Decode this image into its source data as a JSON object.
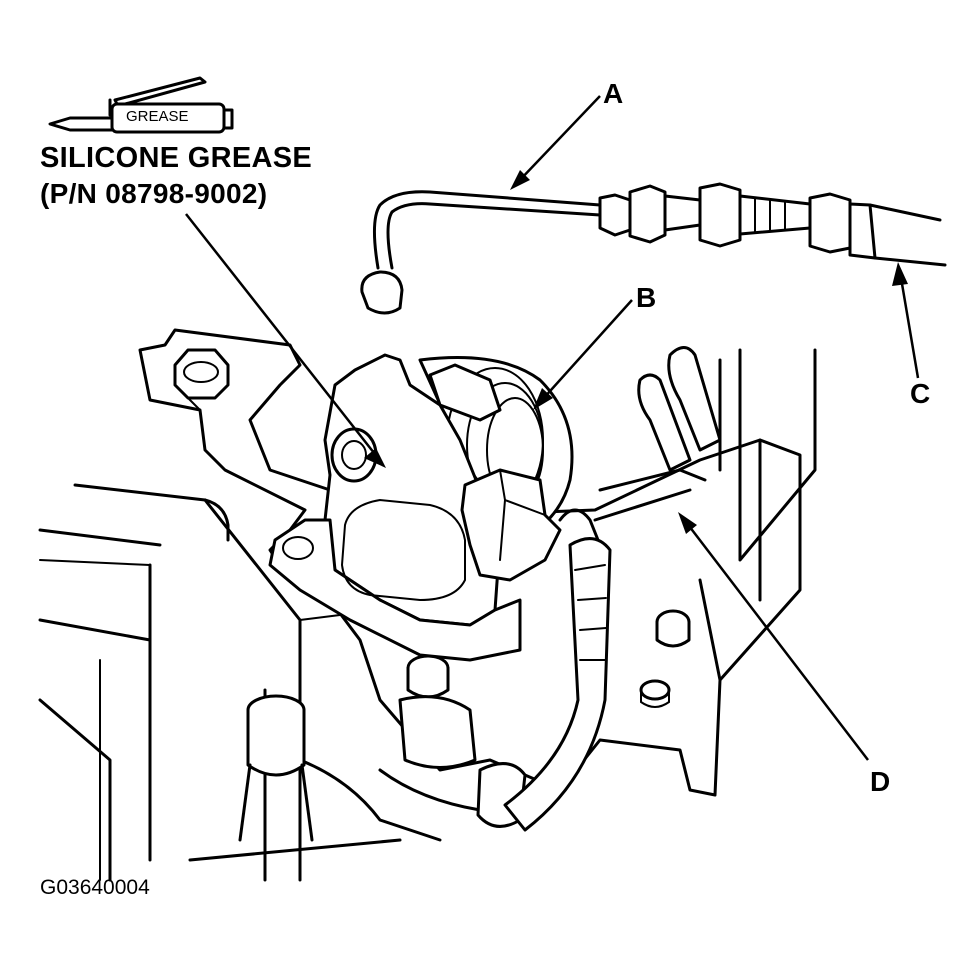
{
  "grease_icon": {
    "label": "GREASE",
    "icon": "grease-gun-icon"
  },
  "grease_note": {
    "title": "SILICONE GREASE",
    "part_number": "(P/N 08798-9002)"
  },
  "callouts": {
    "a": "A",
    "b": "B",
    "c": "C",
    "d": "D"
  },
  "figure_id": "G03640004"
}
